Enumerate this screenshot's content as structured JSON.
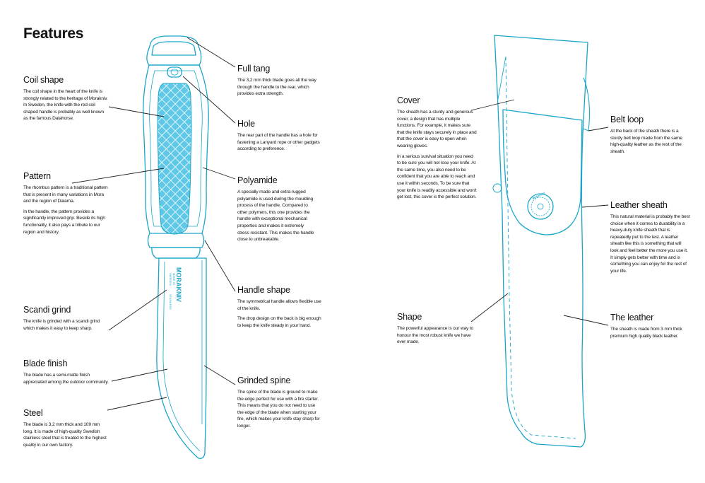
{
  "page": {
    "title": "Features"
  },
  "knife": {
    "brand": "MORAKNIV",
    "brand_sub1": "MADE IN",
    "brand_sub2": "SWEDEN",
    "blade_marking": "STAINLESS"
  },
  "sheath": {
    "stamp": "MORAKNIV"
  },
  "colors": {
    "accent": "#19a6c9",
    "pattern_fill": "#5fc8e6",
    "text": "#111111",
    "leader": "#222222"
  },
  "features": [
    {
      "id": "coil-shape",
      "title": "Coil shape",
      "paragraphs": [
        "The coil shape in the heart of the knife is strongly related to the heritage of Morakniv. In Sweden, the knife with the red coil shaped handle is probably as well known as the famous Dalahorse."
      ]
    },
    {
      "id": "pattern",
      "title": "Pattern",
      "paragraphs": [
        "The rhombus pattern is a traditional pattern that is present in many variations in Mora and the region of Dalarna.",
        "In the handle, the pattern provides a significantly improved grip. Beside its high functionality, it also pays a tribute to our region and history."
      ]
    },
    {
      "id": "scandi-grind",
      "title": "Scandi grind",
      "paragraphs": [
        "The knife is grinded with a scandi grind which makes it easy to keep sharp."
      ]
    },
    {
      "id": "blade-finish",
      "title": "Blade finish",
      "paragraphs": [
        "The blade has a semi-matte finish appreciated among the outdoor community."
      ]
    },
    {
      "id": "steel",
      "title": "Steel",
      "paragraphs": [
        "The blade is 3,2 mm thick and 109 mm long. It is made of high-quality Swedish stainless steel that is treated to the highest quality in our own factory."
      ]
    },
    {
      "id": "full-tang",
      "title": "Full tang",
      "paragraphs": [
        "The 3,2 mm thick blade goes all the way through the handle to the rear, which provides extra strength."
      ]
    },
    {
      "id": "hole",
      "title": "Hole",
      "paragraphs": [
        "The rear part of the handle has a hole for fastening a Lanyard rope or other gadgets according to preference."
      ]
    },
    {
      "id": "polyamide",
      "title": "Polyamide",
      "paragraphs": [
        "A specially made and extra-rugged polyamide is used during the moulding process of the handle. Compared to other polymers, this one provides the handle with exceptional mechanical properties and makes it extremely stress resistant. This makes the handle close to unbreakable."
      ]
    },
    {
      "id": "handle-shape",
      "title": "Handle shape",
      "paragraphs": [
        "The symmetrical handle allows flexible use of the knife.",
        "The drop design on the back is big enough to keep the knife steady in your hand."
      ]
    },
    {
      "id": "grinded-spine",
      "title": "Grinded spine",
      "paragraphs": [
        "The spine of the blade is ground to make the edge perfect for use with a fire starter. This means that you do not need to use the edge of the blade when starting your fire, which makes your knife stay sharp for longer."
      ]
    },
    {
      "id": "cover",
      "title": "Cover",
      "paragraphs": [
        "The sheath has a sturdy and generous cover, a design that has multiple functions. For example, it makes sure that the knife stays securely in place and that the cover is easy to open when wearing gloves.",
        "In a serious survival situation you need to be sure you will not lose your knife. At the same time, you also need to be confident that you are able to reach and use it within seconds. To be sure that your knife is readily accessible and won't get lost, this cover is the perfect solution."
      ]
    },
    {
      "id": "shape",
      "title": "Shape",
      "paragraphs": [
        "The powerful appearance is our way to honour the most robust knife we have ever made."
      ]
    },
    {
      "id": "belt-loop",
      "title": "Belt loop",
      "paragraphs": [
        "At the back of the sheath there is a sturdy belt loop made from the same high-quality leather as the rest of the sheath."
      ]
    },
    {
      "id": "leather-sheath",
      "title": "Leather sheath",
      "paragraphs": [
        "This natural material is probably the best choice when it comes to durability in a heavy-duty knife sheath that is repeatedly put to the test. A leather sheath like this is something that will look and feel better the more you use it. It simply gets better with time and is something you can enjoy for the rest of your life."
      ]
    },
    {
      "id": "the-leather",
      "title": "The leather",
      "paragraphs": [
        "The sheath is made from 3 mm thick premium high quality black leather."
      ]
    }
  ]
}
